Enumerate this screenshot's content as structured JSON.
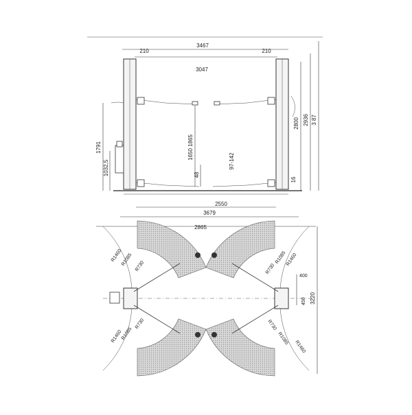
{
  "front_view": {
    "dims": {
      "overall_width": "3467",
      "inner_width": "3047",
      "post_left": "210",
      "post_right": "210",
      "left_height": "1791",
      "motor_height": "1032,5",
      "lift_range": "1650 1865",
      "min_height_a": "48",
      "min_height_b": "97-142",
      "total_height_a": "2800",
      "total_height_b": "2936",
      "total_height_c": "3 87",
      "base_right": "16",
      "drive_through": "2550",
      "base_width": "3679"
    }
  },
  "top_view": {
    "dims": {
      "swing_width": "2865",
      "r_left_top_outer": "R1460",
      "r_left_top_mid": "R1085",
      "r_left_top_inner": "R730",
      "r_left_bot_outer": "R1460",
      "r_left_bot_mid": "R1085",
      "r_left_bot_inner": "R730",
      "r_right_top_outer": "R1460",
      "r_right_top_mid": "R1085",
      "r_right_top_inner": "R730",
      "r_right_bot_outer": "R1460",
      "r_right_bot_mid": "R1085",
      "r_right_bot_inner": "R730",
      "depth_a": "400",
      "depth_b": "450",
      "depth_total": "3220"
    }
  },
  "colors": {
    "line": "#333333",
    "hatch": "#bdbdbd",
    "background": "#ffffff"
  }
}
